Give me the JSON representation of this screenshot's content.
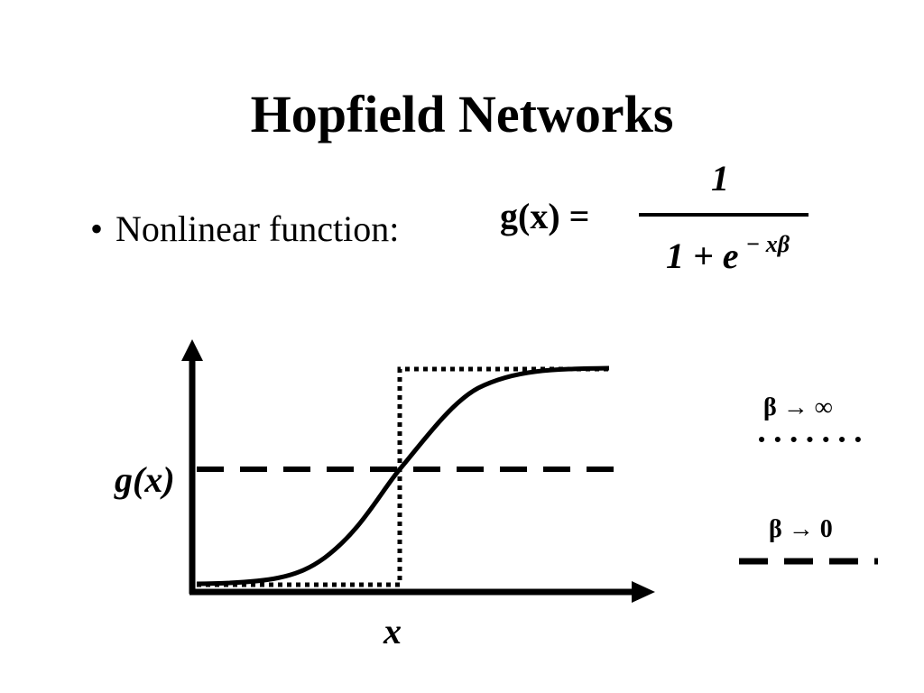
{
  "slide": {
    "title": "Hopfield Networks",
    "bullet_marker": "•",
    "bullet_text": "Nonlinear function:"
  },
  "formula": {
    "lhs": "g(x) =",
    "numerator": "1",
    "denominator_base": "1 + e",
    "denominator_exponent": "− xβ"
  },
  "plot": {
    "y_label": "g(x)",
    "x_label": "x",
    "curves": [
      "sigmoid",
      "step",
      "flat"
    ],
    "colors": {
      "line": "#000000",
      "background": "#ffffff"
    }
  },
  "legend": [
    {
      "label": "β → ∞",
      "style": "dotted"
    },
    {
      "label": "β → 0",
      "style": "dashed"
    }
  ]
}
